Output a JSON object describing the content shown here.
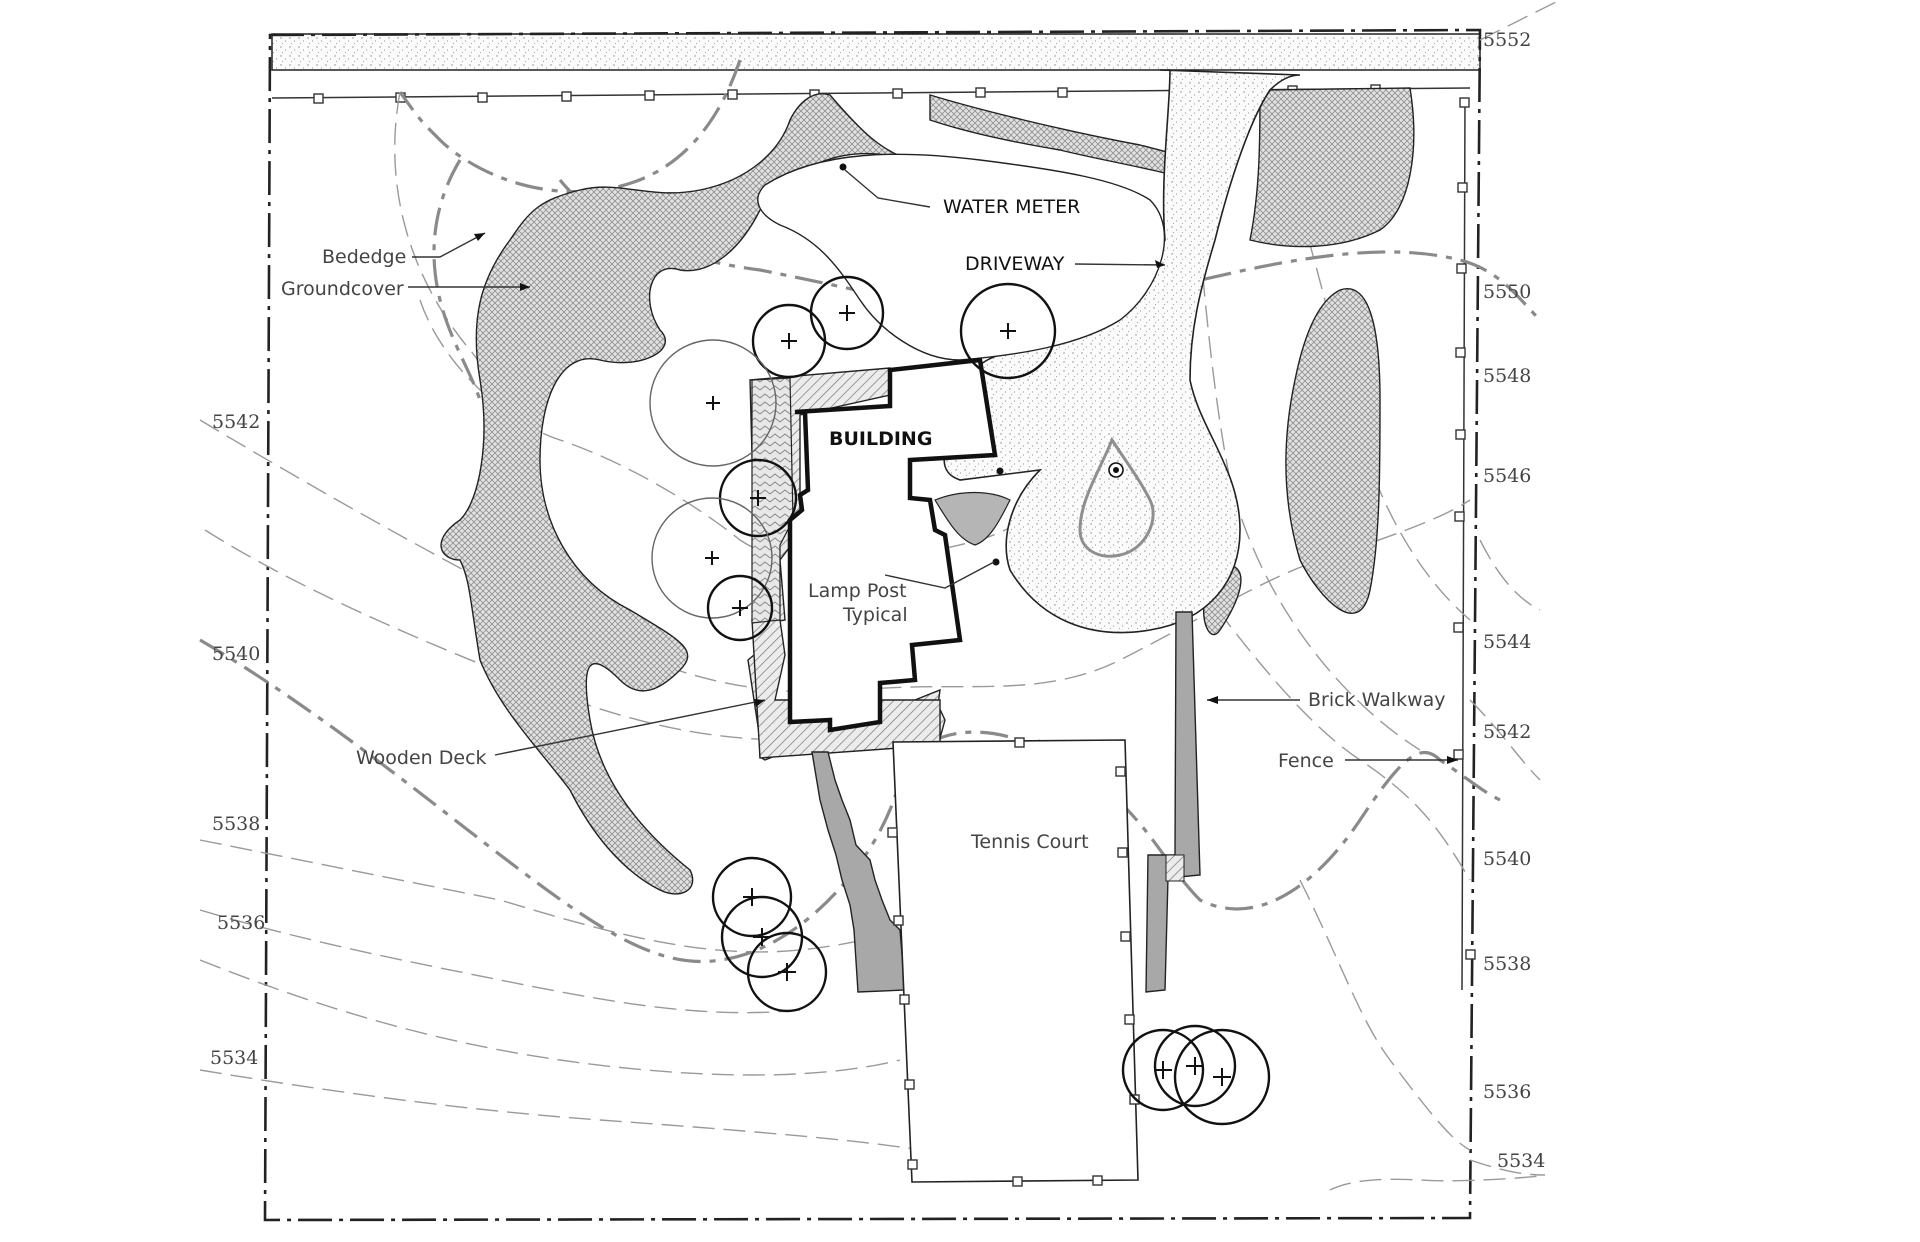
{
  "labels": {
    "water_meter": "WATER METER",
    "driveway": "DRIVEWAY",
    "building": "BUILDING",
    "bededge": "Bededge",
    "groundcover": "Groundcover",
    "lamp_post_1": "Lamp Post",
    "lamp_post_2": "Typical",
    "wooden_deck": "Wooden Deck",
    "brick_walkway": "Brick Walkway",
    "fence": "Fence",
    "tennis_court": "Tennis Court"
  },
  "elevations": {
    "e5552": "5552",
    "e5550": "5550",
    "e5548": "5548",
    "e5546": "5546",
    "e5544_r": "5544",
    "e5542_r": "5542",
    "e5540_r": "5540",
    "e5538_r": "5538",
    "e5536_r": "5536",
    "e5534_r": "5534",
    "e5542_l": "5542",
    "e5540_l": "5540",
    "e5538_l": "5538",
    "e5536_l": "5536",
    "e5534_l": "5534"
  },
  "colors": {
    "line": "#111111",
    "contour": "#9a9a9a",
    "walkway_fill": "#a8a8a8",
    "groundcover_fill": "#cfcfcf"
  }
}
